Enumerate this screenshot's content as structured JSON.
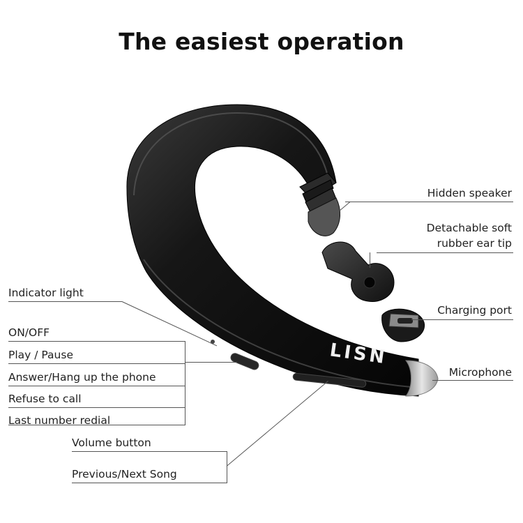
{
  "title": "The easiest operation",
  "brand_logo": "LISN",
  "callouts_right": {
    "hidden_speaker": "Hidden speaker",
    "ear_tip_line1": "Detachable soft",
    "ear_tip_line2": "rubber ear tip",
    "charging_port": "Charging port",
    "microphone": "Microphone"
  },
  "callouts_left": {
    "indicator_light": "Indicator light",
    "on_off": "ON/OFF",
    "play_pause": "Play / Pause",
    "answer_hang_up": "Answer/Hang up the phone",
    "refuse_call": "Refuse to call",
    "last_number_redial": "Last number redial",
    "volume_button": "Volume button",
    "previous_next": "Previous/Next Song"
  },
  "colors": {
    "body": "#111111",
    "tip": "#bdbdbd",
    "line": "#555555"
  }
}
